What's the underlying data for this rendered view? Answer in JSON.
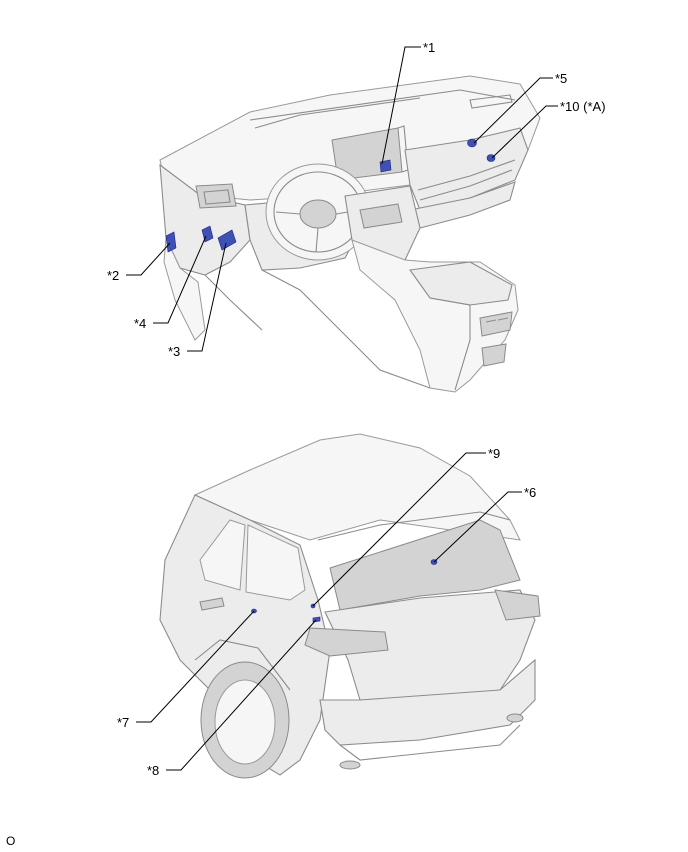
{
  "callouts": [
    {
      "id": "c1",
      "label": "*1"
    },
    {
      "id": "c2",
      "label": "*2"
    },
    {
      "id": "c3",
      "label": "*3"
    },
    {
      "id": "c4",
      "label": "*4"
    },
    {
      "id": "c5",
      "label": "*5"
    },
    {
      "id": "c6",
      "label": "*6"
    },
    {
      "id": "c7",
      "label": "*7"
    },
    {
      "id": "c8",
      "label": "*8"
    },
    {
      "id": "c9",
      "label": "*9"
    },
    {
      "id": "c10",
      "label": "*10 (*A)"
    }
  ],
  "footer": {
    "code": "O"
  },
  "colors": {
    "marker": "#3f51b5",
    "line": "#000000",
    "vehicle_outline": "#8c8c8c"
  }
}
